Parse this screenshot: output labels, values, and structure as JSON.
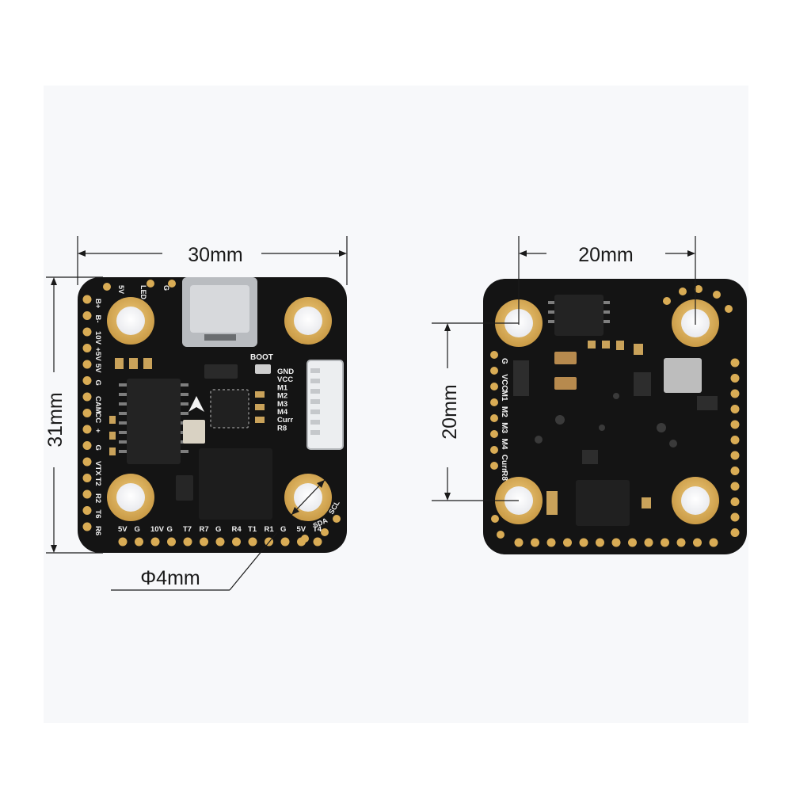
{
  "dimensions": {
    "front_width": "30mm",
    "front_height": "31mm",
    "hole_diameter": "Φ4mm",
    "back_width": "20mm",
    "back_height": "20mm"
  },
  "front_board": {
    "boot_label": "BOOT",
    "right_labels": [
      "GND",
      "VCC",
      "M1",
      "M2",
      "M3",
      "M4",
      "Curr",
      "R8"
    ],
    "left_labels": [
      "B+",
      "B-",
      "10V",
      "+5V",
      "5V",
      "G",
      "CAM",
      "CC",
      "+",
      "G",
      "VTX",
      "T2",
      "R2",
      "T6",
      "R6"
    ],
    "bottom_labels": [
      "5V",
      "G",
      "10V",
      "G",
      "T7",
      "R7",
      "G",
      "R4",
      "T1",
      "R1",
      "G",
      "5V",
      "T4"
    ],
    "top_labels": [
      "5V",
      "LED",
      "G"
    ],
    "corner_labels": [
      "SDA",
      "SCL"
    ]
  },
  "back_board": {
    "side_labels": [
      "G",
      "VCC",
      "M1",
      "M2",
      "M3",
      "M4",
      "Curr",
      "R8"
    ]
  },
  "colors": {
    "board": "#141414",
    "pad": "#d9ac55",
    "silk": "#f2f2f2",
    "background_panel": "#f7f8fa"
  }
}
